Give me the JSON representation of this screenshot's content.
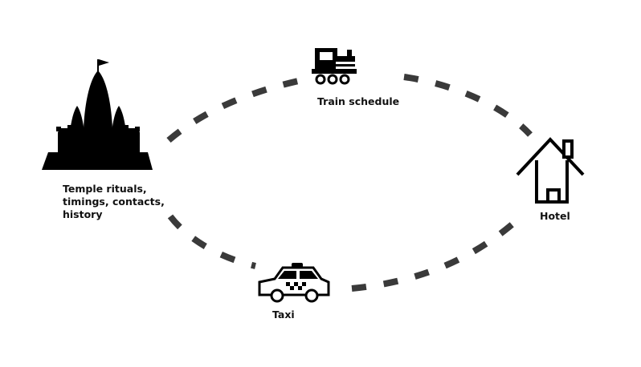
{
  "nodes": {
    "temple": {
      "label_lines": [
        "Temple rituals,",
        "timings, contacts,",
        "history"
      ]
    },
    "train": {
      "label": "Train schedule"
    },
    "hotel": {
      "label": "Hotel"
    },
    "taxi": {
      "label": "Taxi"
    }
  },
  "colors": {
    "dash": "#3a3a3a",
    "icon": "#000000",
    "background": "#ffffff"
  },
  "icons": [
    "temple-icon",
    "train-icon",
    "house-icon",
    "taxi-icon"
  ]
}
